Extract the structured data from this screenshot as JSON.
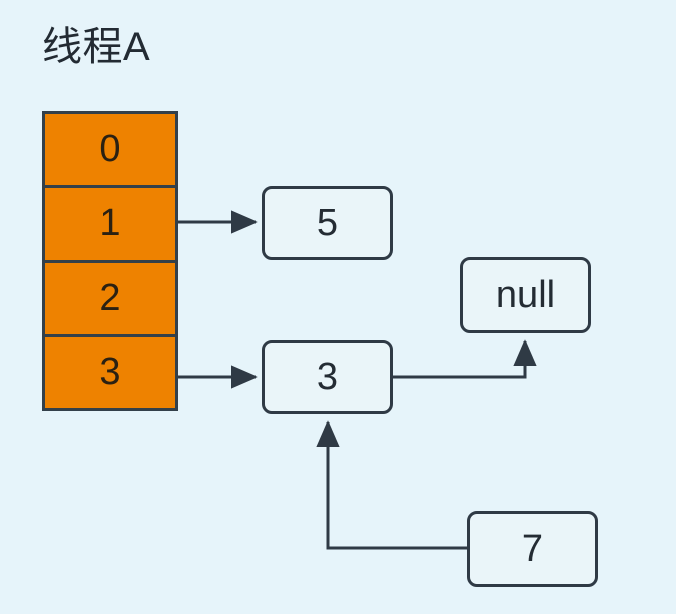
{
  "diagram": {
    "title": "线程A",
    "background_color": "#e6f4fa",
    "array": {
      "name": "hash-bucket-array",
      "fill_color": "#ee8200",
      "border_color": "#33404a",
      "cells": [
        {
          "label": "0"
        },
        {
          "label": "1"
        },
        {
          "label": "2"
        },
        {
          "label": "3"
        }
      ]
    },
    "nodes": [
      {
        "id": "node-5",
        "label": "5"
      },
      {
        "id": "node-null",
        "label": "null"
      },
      {
        "id": "node-3",
        "label": "3"
      },
      {
        "id": "node-7",
        "label": "7"
      }
    ],
    "edges": [
      {
        "from": "array-cell-1",
        "to": "node-5",
        "style": "straight-arrow"
      },
      {
        "from": "array-cell-3",
        "to": "node-3",
        "style": "straight-arrow"
      },
      {
        "from": "node-3",
        "to": "node-null",
        "style": "elbow-arrow-up"
      },
      {
        "from": "node-7",
        "to": "node-3",
        "style": "elbow-arrow-up"
      }
    ],
    "line_color": "#2f3a45"
  }
}
